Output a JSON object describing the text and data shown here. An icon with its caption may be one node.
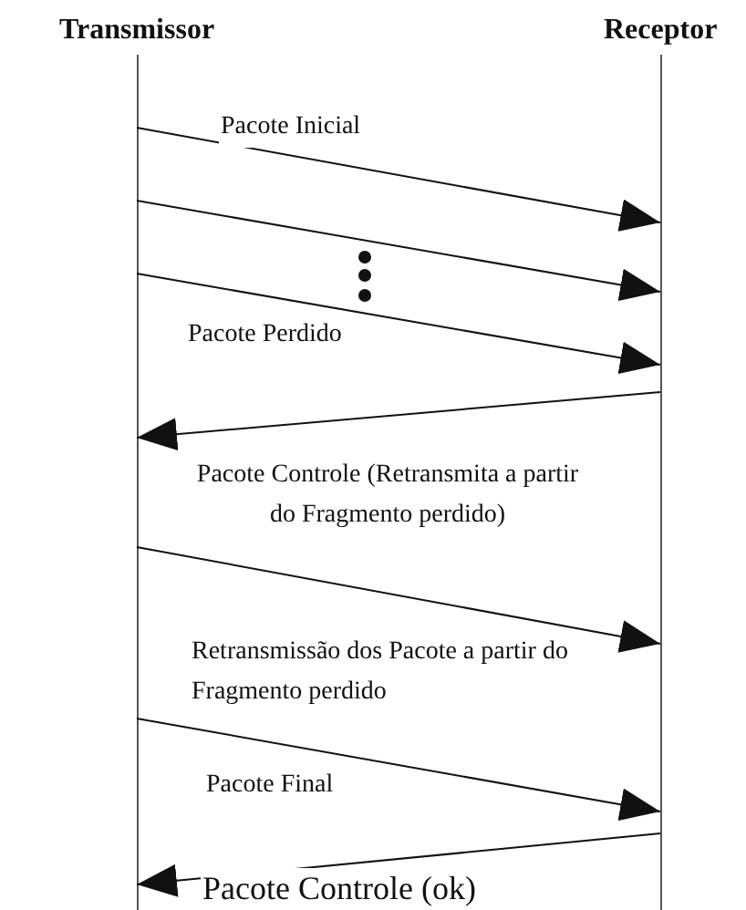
{
  "diagram": {
    "nodes": [
      {
        "text": [
          "Transmissor"
        ]
      },
      {
        "text": [
          "Receptor"
        ]
      }
    ],
    "edges": [
      {
        "from": 0,
        "to": 1,
        "arrow": "to",
        "label": "Pacote Inicial"
      },
      {
        "from": 0,
        "to": 1,
        "arrow": "to"
      },
      {
        "from": 0,
        "to": 1,
        "arrow": "to",
        "label": "Pacote Perdido"
      },
      {
        "from": 1,
        "to": 0,
        "arrow": "to",
        "label": "Pacote Controle (Retransmita a partir do Fragmento perdido)"
      },
      {
        "from": 0,
        "to": 1,
        "arrow": "to",
        "label": "Retransmissão dos Pacote a partir do Fragmento perdido"
      },
      {
        "from": 0,
        "to": 1,
        "arrow": "to",
        "label": "Pacote Final"
      },
      {
        "from": 1,
        "to": 0,
        "arrow": "to",
        "label": "Pacote Controle (ok)"
      }
    ]
  }
}
